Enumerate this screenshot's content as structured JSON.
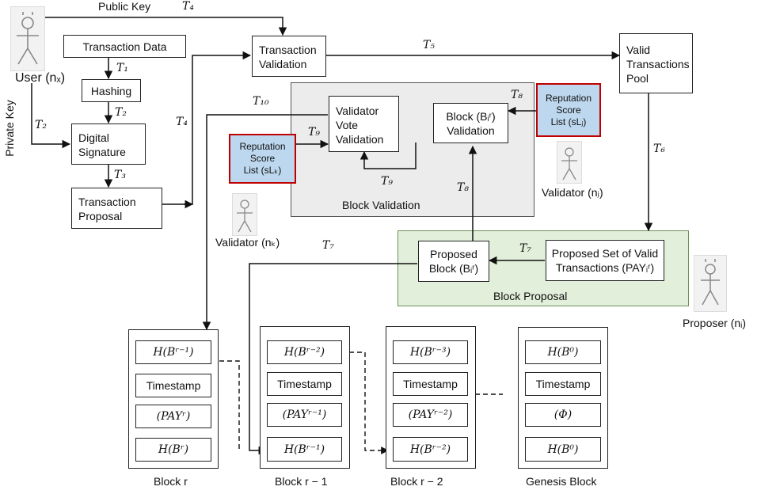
{
  "actors": {
    "user_label": "User (nₓ)",
    "validator_k_label": "Validator (nₖ)",
    "validator_j_label": "Validator (nⱼ)",
    "proposer_label": "Proposer (nᵢ)"
  },
  "boxes": {
    "transaction_data": "Transaction Data",
    "hashing": "Hashing",
    "digital_signature": "Digital\nSignature",
    "transaction_proposal": "Transaction\nProposal",
    "transaction_validation": "Transaction\nValidation",
    "valid_pool": "Valid\nTransactions\nPool",
    "validator_vote": "Validator\nVote\nValidation",
    "block_validation_box": "Block (Bᵢʳ)\nValidation",
    "reputation_k": "Reputation\nScore\nList (sLₖ)",
    "reputation_j": "Reputation\nScore\nList (sLⱼ)",
    "proposed_block": "Proposed\nBlock (Bᵢʳ)",
    "proposed_set": "Proposed Set of Valid\nTransactions (PAYᵢʳ)"
  },
  "regions": {
    "block_validation": "Block Validation",
    "block_proposal": "Block Proposal"
  },
  "edge_labels": {
    "public_key": "Public Key",
    "private_key": "Private Key",
    "t1": "T₁",
    "t2a": "T₂",
    "t2b": "T₂",
    "t3": "T₃",
    "t4a": "T₄",
    "t4b": "T₄",
    "t5": "T₅",
    "t6": "T₆",
    "t7a": "T₇",
    "t7b": "T₇",
    "t8a": "T₈",
    "t8b": "T₈",
    "t9a": "T₉",
    "t9b": "T₉",
    "t10": "T₁₀"
  },
  "chain": [
    {
      "name": "Block r",
      "cells": [
        "H(Bʳ⁻¹)",
        "Timestamp",
        "(PAYʳ)",
        "H(Bʳ)"
      ]
    },
    {
      "name": "Block r − 1",
      "cells": [
        "H(Bʳ⁻²)",
        "Timestamp",
        "(PAYʳ⁻¹)",
        "H(Bʳ⁻¹)"
      ]
    },
    {
      "name": "Block r − 2",
      "cells": [
        "H(Bʳ⁻³)",
        "Timestamp",
        "(PAYʳ⁻²)",
        "H(Bʳ⁻²)"
      ]
    },
    {
      "name": "Genesis Block",
      "cells": [
        "H(B⁰)",
        "Timestamp",
        "(Φ)",
        "H(B⁰)"
      ]
    }
  ]
}
